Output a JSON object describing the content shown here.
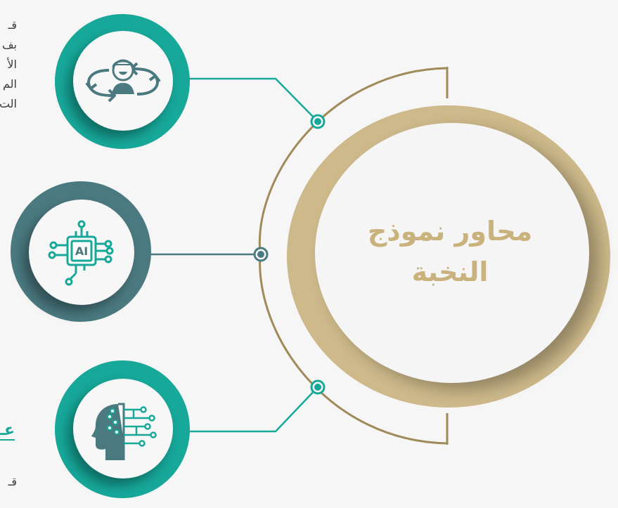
{
  "center": {
    "title_line1": "محاور نموذج",
    "title_line2": "النخبة"
  },
  "nodes": [
    {
      "icon": "person-cycle-icon"
    },
    {
      "icon": "ai-chip-icon",
      "label": "AI"
    },
    {
      "icon": "circuit-head-icon"
    }
  ],
  "text_top": {
    "lines": [
      "قـ",
      "بف",
      "الأ",
      "الم",
      "الت"
    ]
  },
  "text_bottom": {
    "heading": "عـ",
    "lines": [
      "قـ"
    ]
  },
  "colors": {
    "teal": "#17a89a",
    "slate": "#4a7a80",
    "gold": "#cdb98a",
    "gold_line": "#a08a5a",
    "background": "#f6f6f6"
  }
}
